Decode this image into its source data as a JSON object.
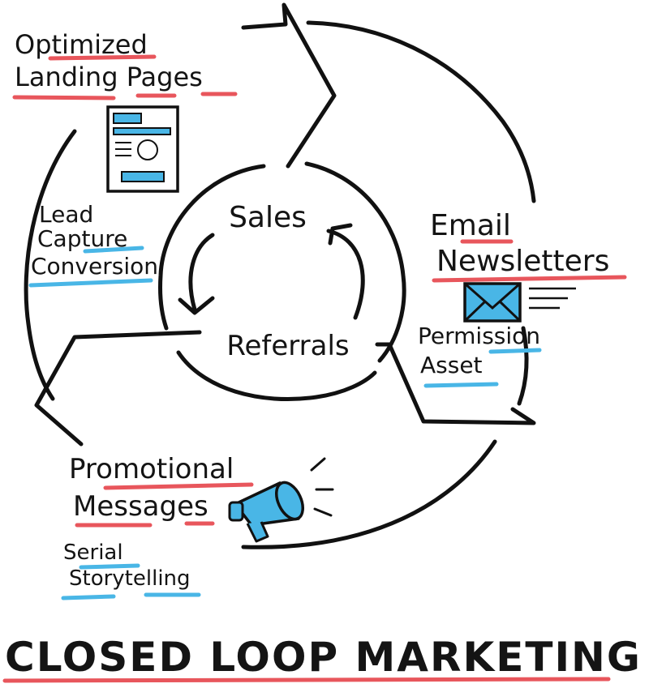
{
  "diagram": {
    "title": "CLOSED LOOP MARKETING",
    "inner_loop": {
      "top": "Sales",
      "bottom": "Referrals"
    },
    "landing": {
      "line1": "Optimized",
      "line2": "Landing Pages",
      "sub1": "Lead",
      "sub2": "Capture",
      "sub3": "Conversion"
    },
    "email": {
      "line1": "Email",
      "line2": "Newsletters",
      "sub1": "Permission",
      "sub2": "Asset"
    },
    "promo": {
      "line1": "Promotional",
      "line2": "Messages",
      "sub1": "Serial",
      "sub2": "Storytelling"
    },
    "icons": [
      "landing-page-icon",
      "envelope-icon",
      "megaphone-icon"
    ],
    "colors": {
      "ink": "#111111",
      "accent_red": "#e8565c",
      "accent_blue": "#49b6e6"
    }
  }
}
